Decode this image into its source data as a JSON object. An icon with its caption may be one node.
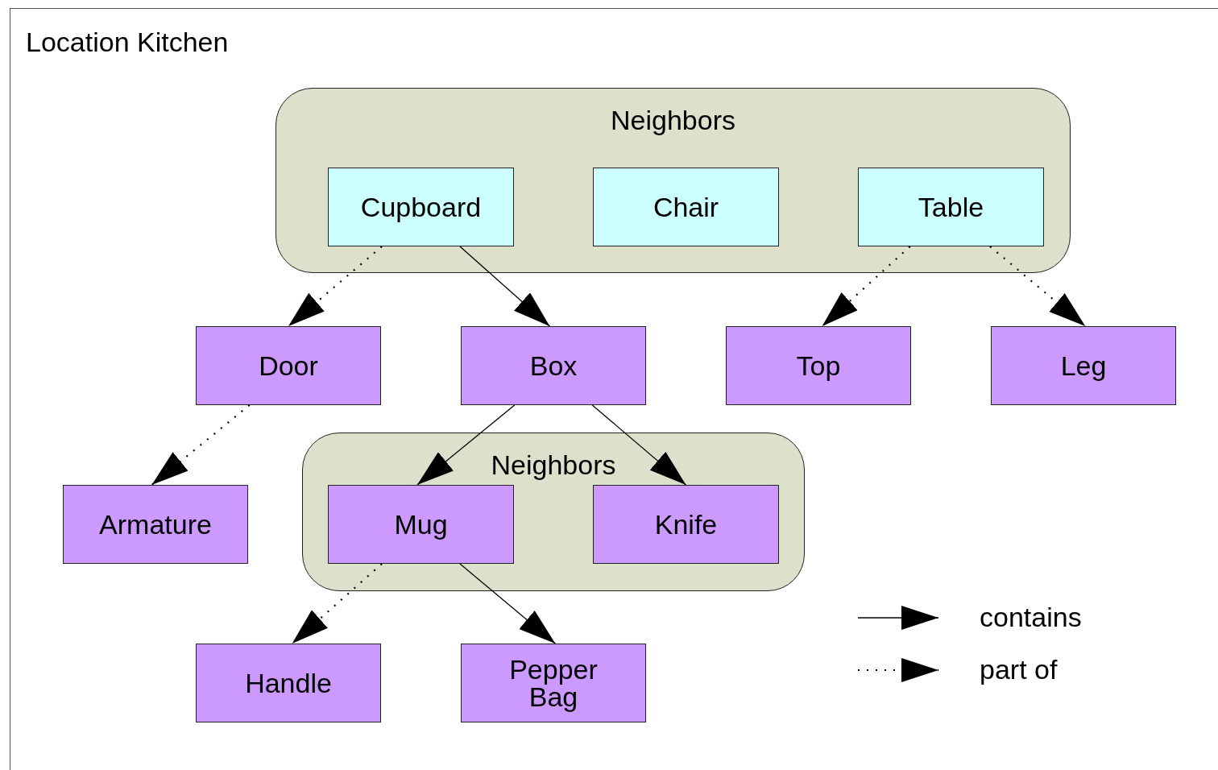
{
  "diagram": {
    "nodes": [
      {
        "text": [
          "Location Kitchen"
        ]
      },
      {
        "text": [
          "Neighbors"
        ],
        "in": 0
      },
      {
        "text": [
          "Cupboard"
        ],
        "in": 1
      },
      {
        "text": [
          "Chair"
        ],
        "in": 1
      },
      {
        "text": [
          "Table"
        ],
        "in": 1
      },
      {
        "text": [
          "Door"
        ],
        "in": 0
      },
      {
        "text": [
          "Box"
        ],
        "in": 0
      },
      {
        "text": [
          "Top"
        ],
        "in": 0
      },
      {
        "text": [
          "Leg"
        ],
        "in": 0
      },
      {
        "text": [
          "Armature"
        ],
        "in": 0
      },
      {
        "text": [
          "Neighbors"
        ],
        "in": 0
      },
      {
        "text": [
          "Mug"
        ],
        "in": 10
      },
      {
        "text": [
          "Knife"
        ],
        "in": 10
      },
      {
        "text": [
          "Handle"
        ],
        "in": 0
      },
      {
        "text": [
          "Pepper Bag"
        ],
        "in": 0
      }
    ],
    "edges": [
      {
        "from": 2,
        "to": 5,
        "arrow": "to",
        "style": "dashed"
      },
      {
        "from": 2,
        "to": 6,
        "arrow": "to"
      },
      {
        "from": 4,
        "to": 7,
        "arrow": "to",
        "style": "dashed"
      },
      {
        "from": 4,
        "to": 8,
        "arrow": "to",
        "style": "dashed"
      },
      {
        "from": 5,
        "to": 9,
        "arrow": "to",
        "style": "dashed"
      },
      {
        "from": 6,
        "to": 11,
        "arrow": "to"
      },
      {
        "from": 6,
        "to": 12,
        "arrow": "to"
      },
      {
        "from": 11,
        "to": 13,
        "arrow": "to",
        "style": "dashed"
      },
      {
        "from": 11,
        "to": 14,
        "arrow": "to"
      }
    ],
    "legend": [
      {
        "text": "contains"
      },
      {
        "text": "part of"
      }
    ]
  }
}
